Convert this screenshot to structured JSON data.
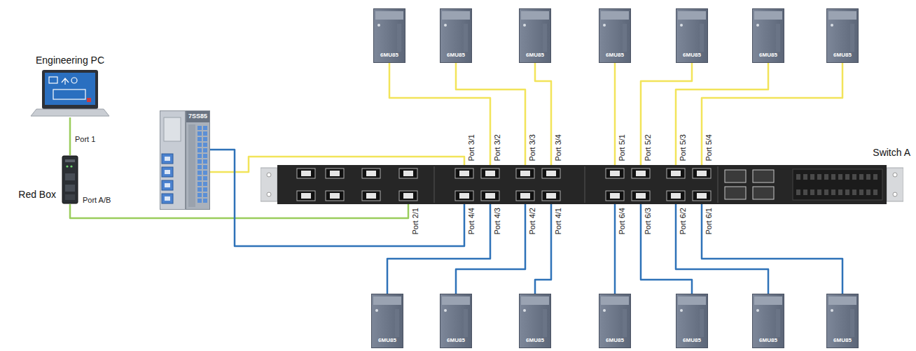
{
  "diagram": {
    "nodes": [
      {
        "text": [
          "Engineering PC"
        ]
      },
      {
        "text": [
          "Red Box"
        ]
      },
      {
        "text": [
          "7SS85"
        ]
      },
      {
        "text": [
          "6MU85"
        ]
      },
      {
        "text": [
          "6MU85"
        ]
      },
      {
        "text": [
          "6MU85"
        ]
      },
      {
        "text": [
          "6MU85"
        ]
      },
      {
        "text": [
          "6MU85"
        ]
      },
      {
        "text": [
          "6MU85"
        ]
      },
      {
        "text": [
          "6MU85"
        ]
      },
      {
        "text": [
          "Switch A"
        ]
      },
      {
        "text": [
          "6MU85"
        ]
      },
      {
        "text": [
          "6MU85"
        ]
      },
      {
        "text": [
          "6MU85"
        ]
      },
      {
        "text": [
          "6MU85"
        ]
      },
      {
        "text": [
          "6MU85"
        ]
      },
      {
        "text": [
          "6MU85"
        ]
      },
      {
        "text": [
          "6MU85"
        ]
      }
    ],
    "edges": [
      {
        "from": 0,
        "to": 1,
        "arrow": "none"
      },
      {
        "from": 1,
        "to": 10,
        "arrow": "none"
      },
      {
        "from": 2,
        "to": 10,
        "arrow": "none"
      },
      {
        "from": 2,
        "to": 10,
        "arrow": "none"
      },
      {
        "from": 3,
        "to": 10,
        "arrow": "none"
      },
      {
        "from": 4,
        "to": 10,
        "arrow": "none"
      },
      {
        "from": 5,
        "to": 10,
        "arrow": "none"
      },
      {
        "from": 6,
        "to": 10,
        "arrow": "none"
      },
      {
        "from": 7,
        "to": 10,
        "arrow": "none"
      },
      {
        "from": 8,
        "to": 10,
        "arrow": "none"
      },
      {
        "from": 9,
        "to": 10,
        "arrow": "none"
      },
      {
        "from": 11,
        "to": 10,
        "arrow": "none"
      },
      {
        "from": 12,
        "to": 10,
        "arrow": "none"
      },
      {
        "from": 13,
        "to": 10,
        "arrow": "none"
      },
      {
        "from": 14,
        "to": 10,
        "arrow": "none"
      },
      {
        "from": 15,
        "to": 10,
        "arrow": "none"
      },
      {
        "from": 16,
        "to": 10,
        "arrow": "none"
      },
      {
        "from": 17,
        "to": 10,
        "arrow": "none"
      }
    ],
    "labels": [
      "Port 1",
      "Port A/B",
      "Port 2/1",
      "Port 3/1",
      "Port 3/2",
      "Port 3/3",
      "Port 3/4",
      "Port 5/1",
      "Port 5/2",
      "Port 5/3",
      "Port 5/4",
      "Port 4/4",
      "Port 4/3",
      "Port 4/2",
      "Port 4/1",
      "Port 6/4",
      "Port 6/3",
      "Port 6/2",
      "Port 6/1"
    ]
  }
}
